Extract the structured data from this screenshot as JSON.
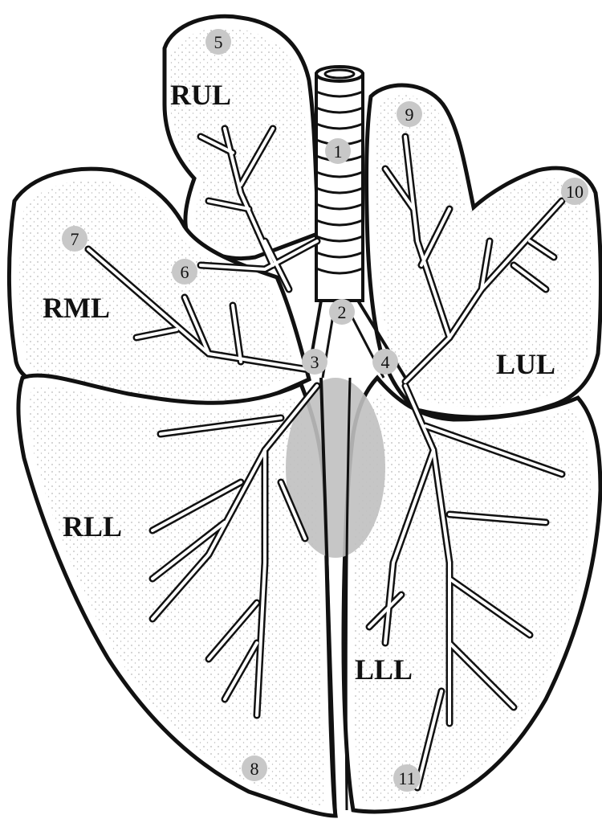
{
  "diagram": {
    "colors": {
      "outline": "#111111",
      "fill": "#ffffff",
      "marker": "#c8c8c8",
      "highlight": "#c0c0c0"
    },
    "lobe_labels": {
      "rul": "RUL",
      "rml": "RML",
      "rll": "RLL",
      "lul": "LUL",
      "lll": "LLL"
    },
    "markers": {
      "m1": "1",
      "m2": "2",
      "m3": "3",
      "m4": "4",
      "m5": "5",
      "m6": "6",
      "m7": "7",
      "m8": "8",
      "m9": "9",
      "m10": "10",
      "m11": "11"
    }
  }
}
